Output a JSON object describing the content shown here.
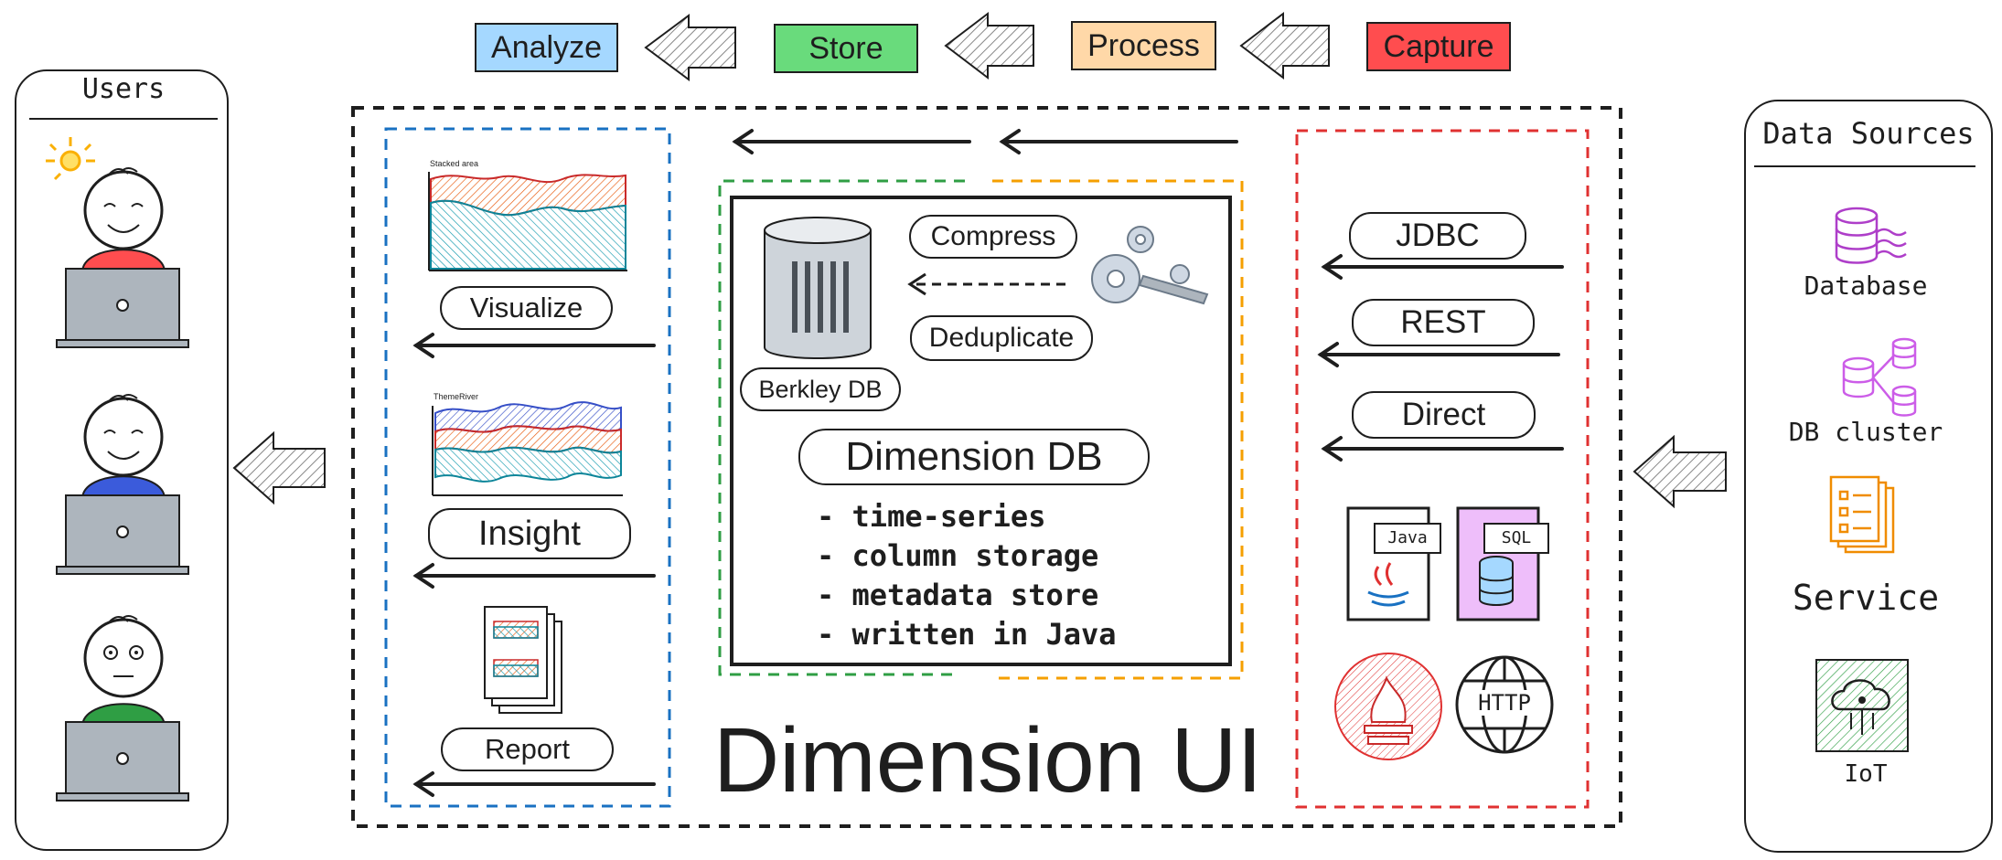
{
  "pipeline": {
    "analyze": "Analyze",
    "store": "Store",
    "process": "Process",
    "capture": "Capture"
  },
  "colors": {
    "analyze": "#a5d8ff",
    "store": "#69db7c",
    "process": "#ffd8a8",
    "capture": "#ff4d4f",
    "blue_dash": "#1971c2",
    "green_dash": "#2f9e44",
    "orange_dash": "#f59f00",
    "red_dash": "#e03131"
  },
  "users": {
    "title": "Users"
  },
  "sources": {
    "title": "Data Sources",
    "database": "Database",
    "db_cluster": "DB cluster",
    "service": "Service",
    "iot": "IoT"
  },
  "left_panel": {
    "visualize": "Visualize",
    "insight": "Insight",
    "report": "Report",
    "chart1_title": "Stacked area",
    "chart2_title": "ThemeRiver"
  },
  "center": {
    "compress": "Compress",
    "deduplicate": "Deduplicate",
    "berkley": "Berkley DB",
    "dimension_db": "Dimension DB",
    "features": [
      "- time-series",
      "- column storage",
      "- metadata store",
      "- written in Java"
    ],
    "app_title": "Dimension UI"
  },
  "right_panel": {
    "jdbc": "JDBC",
    "rest": "REST",
    "direct": "Direct",
    "java_tag": "Java",
    "sql_tag": "SQL",
    "http": "HTTP"
  }
}
